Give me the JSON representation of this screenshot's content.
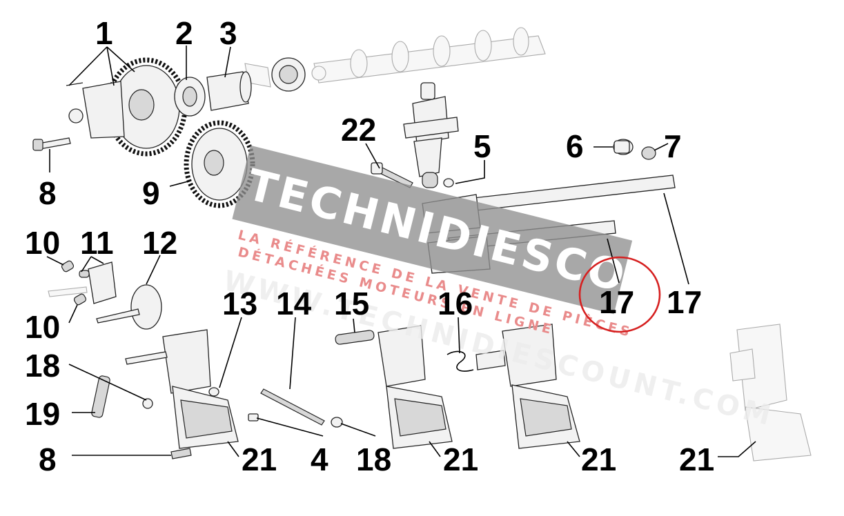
{
  "callouts": [
    {
      "id": "c1",
      "text": "1"
    },
    {
      "id": "c2",
      "text": "2"
    },
    {
      "id": "c3",
      "text": "3"
    },
    {
      "id": "c22",
      "text": "22"
    },
    {
      "id": "c5",
      "text": "5"
    },
    {
      "id": "c6",
      "text": "6"
    },
    {
      "id": "c7",
      "text": "7"
    },
    {
      "id": "c8a",
      "text": "8"
    },
    {
      "id": "c9",
      "text": "9"
    },
    {
      "id": "c10a",
      "text": "10"
    },
    {
      "id": "c11",
      "text": "11"
    },
    {
      "id": "c12",
      "text": "12"
    },
    {
      "id": "c10b",
      "text": "10"
    },
    {
      "id": "c13",
      "text": "13"
    },
    {
      "id": "c14",
      "text": "14"
    },
    {
      "id": "c15",
      "text": "15"
    },
    {
      "id": "c16",
      "text": "16"
    },
    {
      "id": "c17a",
      "text": "17"
    },
    {
      "id": "c17b",
      "text": "17"
    },
    {
      "id": "c18a",
      "text": "18"
    },
    {
      "id": "c19",
      "text": "19"
    },
    {
      "id": "c8b",
      "text": "8"
    },
    {
      "id": "c21a",
      "text": "21"
    },
    {
      "id": "c4",
      "text": "4"
    },
    {
      "id": "c18b",
      "text": "18"
    },
    {
      "id": "c21b",
      "text": "21"
    },
    {
      "id": "c21c",
      "text": "21"
    },
    {
      "id": "c21d",
      "text": "21"
    }
  ],
  "watermark": {
    "title": "TECHNIDIESCOUNT",
    "line1": "LA RÉFÉRENCE DE LA VENTE DE PIÈCES",
    "line2": "DÉTACHÉES MOTEURS EN LIGNE",
    "url": "WWW.TECHNIDIESCOUNT.COM"
  },
  "colors": {
    "highlight_circle": "#d62020",
    "watermark_band": "#8f8f8f",
    "watermark_accent": "#e98b8b"
  }
}
